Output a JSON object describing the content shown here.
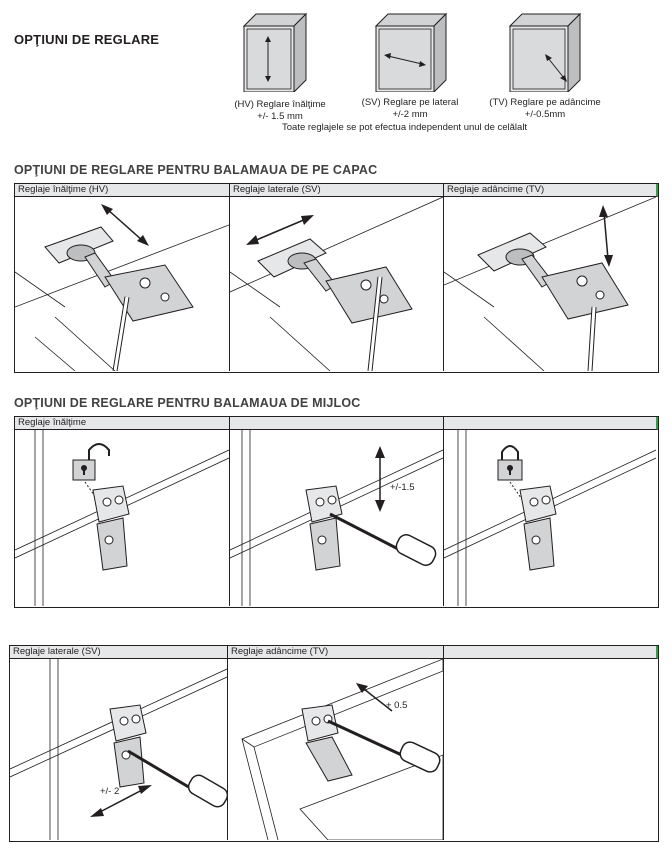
{
  "title": "OPŢIUNI DE REGLARE",
  "top_options": [
    {
      "label": "(HV) Reglare înălţime",
      "value": "+/- 1.5 mm"
    },
    {
      "label": "(SV) Reglare pe lateral",
      "value": "+/-2 mm"
    },
    {
      "label": "(TV) Reglare pe adâncime",
      "value": "+/-0.5mm"
    }
  ],
  "independent_note": "Toate reglajele se pot efectua independent unul de celălalt",
  "section1": {
    "title": "OPŢIUNI DE REGLARE PENTRU BALAMAUA DE PE CAPAC",
    "cells": [
      "Reglaje înălţime (HV)",
      "Reglaje laterale (SV)",
      "Reglaje adâncime (TV)"
    ]
  },
  "section2": {
    "title": "OPŢIUNI DE REGLARE PENTRU BALAMAUA DE MIJLOC",
    "row1_label": "Reglaje înălţime",
    "row1_dim": "+/-1.5",
    "row2_cells": [
      "Reglaje laterale (SV)",
      "Reglaje adâncime (TV)"
    ],
    "row2_dim_left": "+/- 2",
    "row2_dim_right": "+ 0.5"
  }
}
